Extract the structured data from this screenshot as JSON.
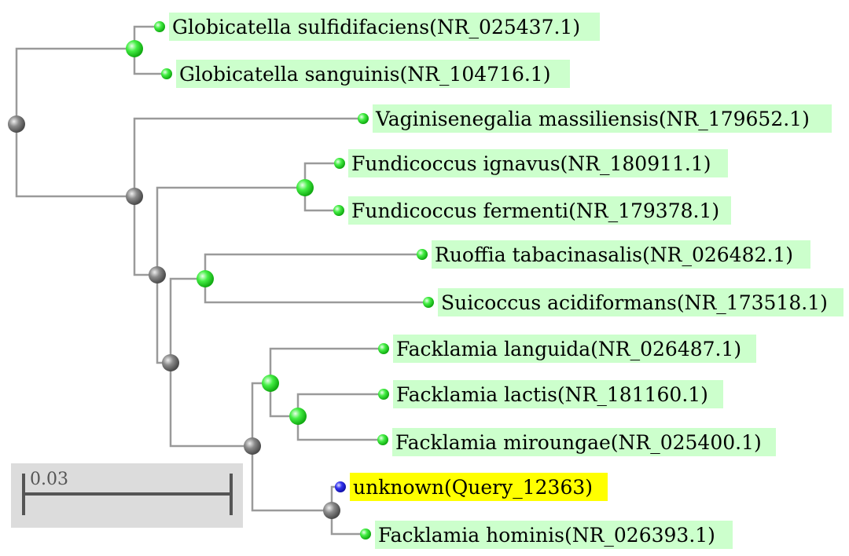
{
  "scale_bar": {
    "label": "0.03"
  },
  "colors": {
    "leaf_highlight": "#ccffcc",
    "query_highlight": "#ffff00",
    "leaf_node": "#22dd22",
    "query_node": "#2222dd",
    "internal_node": "#7a7a7a",
    "branch": "#9a9a9a",
    "scale_box": "#dcdcdc"
  },
  "leaves": [
    {
      "label": "Globicatella sulfidifaciens(NR_025437.1)",
      "kind": "reference"
    },
    {
      "label": "Globicatella sanguinis(NR_104716.1)",
      "kind": "reference"
    },
    {
      "label": "Vaginisenegalia massiliensis(NR_179652.1)",
      "kind": "reference"
    },
    {
      "label": "Fundicoccus ignavus(NR_180911.1)",
      "kind": "reference"
    },
    {
      "label": "Fundicoccus fermenti(NR_179378.1)",
      "kind": "reference"
    },
    {
      "label": "Ruoffia tabacinasalis(NR_026482.1)",
      "kind": "reference"
    },
    {
      "label": "Suicoccus acidiformans(NR_173518.1)",
      "kind": "reference"
    },
    {
      "label": "Facklamia languida(NR_026487.1)",
      "kind": "reference"
    },
    {
      "label": "Facklamia lactis(NR_181160.1)",
      "kind": "reference"
    },
    {
      "label": "Facklamia miroungae(NR_025400.1)",
      "kind": "reference"
    },
    {
      "label": "unknown(Query_12363)",
      "kind": "query"
    },
    {
      "label": "Facklamia hominis(NR_026393.1)",
      "kind": "reference"
    }
  ]
}
